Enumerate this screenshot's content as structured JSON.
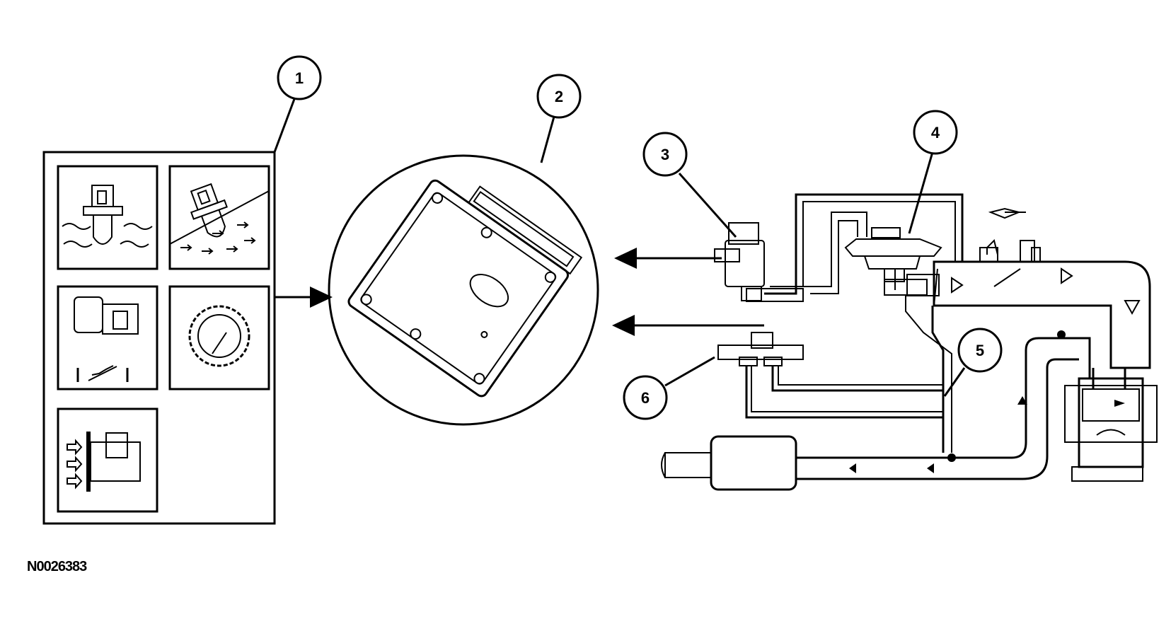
{
  "callouts": [
    {
      "id": "1",
      "label": "1"
    },
    {
      "id": "2",
      "label": "2"
    },
    {
      "id": "3",
      "label": "3"
    },
    {
      "id": "4",
      "label": "4"
    },
    {
      "id": "5",
      "label": "5"
    },
    {
      "id": "6",
      "label": "6"
    }
  ],
  "figure_id": "N0026383",
  "icons": [
    "sensor-in-liquid-icon",
    "sensor-in-airflow-icon",
    "throttle-position-sensor-icon",
    "toothed-wheel-sensor-icon",
    "mass-airflow-sensor-icon",
    "control-module-icon",
    "egr-valve-icon",
    "vacuum-regulator-solenoid-icon",
    "pressure-sensor-icon",
    "muffler-icon",
    "engine-cylinder-icon"
  ]
}
